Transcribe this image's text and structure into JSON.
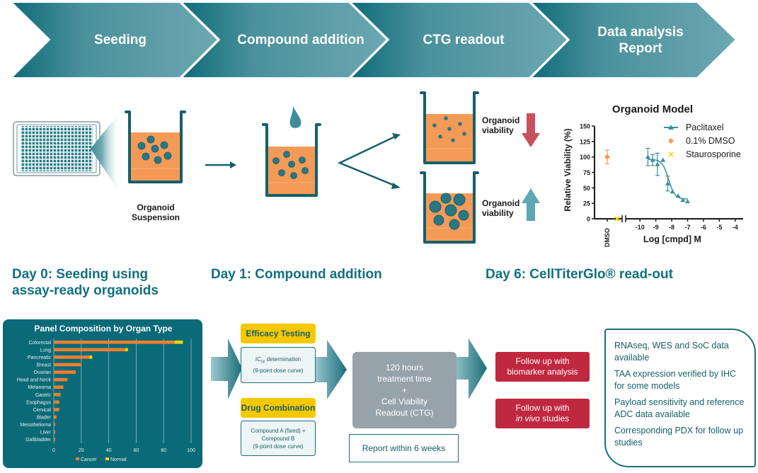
{
  "workflow_steps": [
    {
      "label_line1": "Seeding",
      "label_line2": ""
    },
    {
      "label_line1": "Compound addition",
      "label_line2": ""
    },
    {
      "label_line1": "CTG readout",
      "label_line2": ""
    },
    {
      "label_line1": "Data analysis",
      "label_line2": "Report"
    }
  ],
  "illustrations": {
    "seeding_caption_line1": "Organoid",
    "seeding_caption_line2": "Suspension",
    "viability_decrease_line1": "Organoid",
    "viability_decrease_line2": "viability",
    "viability_increase_line1": "Organoid",
    "viability_increase_line2": "viability",
    "arrow_down_color": "#c9505f",
    "arrow_up_color": "#5fa6b3"
  },
  "day_labels": [
    {
      "line1": "Day 0: Seeding using",
      "line2": "assay-ready organoids"
    },
    {
      "line1": "Day 1: Compound addition",
      "line2": ""
    },
    {
      "line1": "Day 6: CellTiterGlo® read-out",
      "line2": ""
    }
  ],
  "colors": {
    "teal_dark": "#12707d",
    "teal_light": "#6ba7b0",
    "medium_orange": "#f49a57",
    "organoid_teal": "#1f6f7a",
    "yellow": "#f6c800",
    "red": "#c0283f",
    "grey": "#97a3aa",
    "cancer": "#f07f2e",
    "normal": "#f5d800"
  },
  "chart_data": [
    {
      "type": "scatter",
      "title": "Organoid Model",
      "xlabel": "Log [cmpd] M",
      "ylabel": "Relative Viability (%)",
      "ylim": [
        0,
        150
      ],
      "yticks": [
        "0",
        "25",
        "50",
        "75",
        "100",
        "125",
        "150"
      ],
      "xlim": [
        -10.5,
        -3.5
      ],
      "xticks": [
        "-10",
        "-9",
        "-8",
        "-7",
        "-6",
        "-5",
        "-4"
      ],
      "x_category_label": "DMSO",
      "legend": [
        "Paclitaxel",
        "0.1% DMSO",
        "Staurosporine"
      ],
      "legend_position": "top-right",
      "series": [
        {
          "name": "Paclitaxel",
          "color": "#3a8e9b",
          "marker": "triangle",
          "points": [
            {
              "x": -9.5,
              "y": 100,
              "err": 14
            },
            {
              "x": -9.2,
              "y": 95,
              "err": 9
            },
            {
              "x": -8.9,
              "y": 88,
              "err": 18
            },
            {
              "x": -8.55,
              "y": 95,
              "err": 0
            },
            {
              "x": -8.25,
              "y": 57,
              "err": 12
            },
            {
              "x": -7.95,
              "y": 44,
              "err": 0
            },
            {
              "x": -7.6,
              "y": 37,
              "err": 0
            },
            {
              "x": -7.3,
              "y": 30,
              "err": 0
            },
            {
              "x": -7.0,
              "y": 28,
              "err": 0
            }
          ],
          "fit": {
            "top": 96,
            "bottom": 32,
            "logIC50": -8.2,
            "hill": 2.2,
            "x_range": [
              -9.5,
              -7.0
            ]
          }
        },
        {
          "name": "0.1% DMSO",
          "color": "#f49a57",
          "marker": "diamond",
          "category": "DMSO",
          "y": 100,
          "err": 11
        },
        {
          "name": "Staurosporine",
          "color": "#f5d800",
          "marker": "x",
          "category": "break",
          "y": 0,
          "err": 0
        }
      ]
    },
    {
      "type": "bar",
      "orientation": "horizontal",
      "stacked": true,
      "title": "Panel Composition by Organ Type",
      "categories": [
        "Colorectal",
        "Lung",
        "Pancreatic",
        "Breast",
        "Ovarian",
        "Head and Neck",
        "Melanoma",
        "Gastric",
        "Esophagus",
        "Cervical",
        "Blader",
        "Mesothelioma",
        "Liver",
        "Gallbladder"
      ],
      "series": [
        {
          "name": "Cancer",
          "values": [
            88,
            52,
            26,
            20,
            16,
            10,
            7,
            5,
            4,
            4,
            2,
            1,
            1,
            1
          ]
        },
        {
          "name": "Normal",
          "values": [
            6,
            2,
            2,
            0,
            0,
            0,
            0,
            0,
            0,
            0,
            0,
            0,
            0,
            0
          ]
        }
      ],
      "xlim": [
        0,
        100
      ],
      "xticks": [
        "0",
        "20",
        "40",
        "60",
        "80",
        "100"
      ],
      "grid": true,
      "legend_position": "bottom"
    }
  ],
  "assay_options": {
    "efficacy_title": "Efficacy Testing",
    "efficacy_line1_prefix": "IC",
    "efficacy_line1_sub": "50",
    "efficacy_line1_suffix": " determination",
    "efficacy_line2": "(9-point dose curve)",
    "combo_title": "Drug Combination",
    "combo_line1": "Compound A (fixed) +",
    "combo_line2": "Compound B",
    "combo_line3": "(9-point dose curve)"
  },
  "treatment": {
    "line1": "120 hours",
    "line2": "treatment time",
    "line3": "+",
    "line4": "Cell Viability",
    "line5": "Readout (CTG)",
    "report": "Report within 6 weeks"
  },
  "followups": [
    {
      "line1": "Follow up with",
      "line2": "biomarker analysis",
      "line2_italic": "",
      "line2_rest": ""
    },
    {
      "line1": "Follow up with",
      "line2": "",
      "line2_italic": "in vivo",
      "line2_rest": " studies"
    }
  ],
  "features": [
    "RNAseq, WES and SoC data available",
    "TAA expression verified by IHC for some models",
    "Payload sensitivity and reference ADC data available",
    "Corresponding PDX for follow up studies"
  ]
}
